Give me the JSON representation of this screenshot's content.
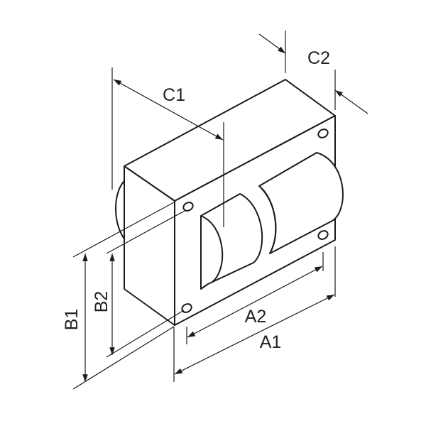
{
  "diagram": {
    "subject": "ballast-transformer",
    "dimensions": {
      "A1": "A1",
      "A2": "A2",
      "B1": "B1",
      "B2": "B2",
      "C1": "C1",
      "C2": "C2"
    },
    "line_color": "#1a1a1a"
  }
}
